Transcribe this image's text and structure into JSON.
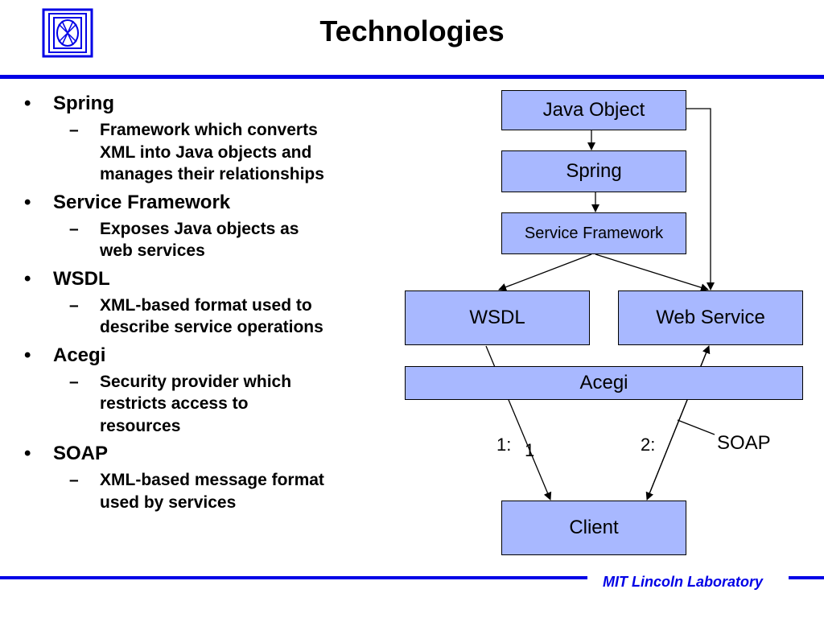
{
  "title": "Technologies",
  "footer": "MIT Lincoln Laboratory",
  "colors": {
    "accent": "#0000e6",
    "box_fill": "#a8b8ff",
    "text": "#000000"
  },
  "logo_icon": "mit-ll-logo-icon",
  "bullets": [
    {
      "label": "Spring",
      "sub": [
        "Framework which converts",
        "XML into Java objects and",
        "manages their relationships"
      ]
    },
    {
      "label": "Service Framework",
      "sub": [
        "Exposes Java objects as",
        "web services"
      ]
    },
    {
      "label": "WSDL",
      "sub": [
        "XML-based format used to",
        "describe service operations"
      ]
    },
    {
      "label": "Acegi",
      "sub": [
        "Security provider which",
        "restricts access to",
        "resources"
      ]
    },
    {
      "label": "SOAP",
      "sub": [
        "XML-based message format",
        "used by services"
      ]
    }
  ],
  "bullet_glyph": "•",
  "dash_glyph": "–",
  "diagram": {
    "java_object": "Java Object",
    "spring": "Spring",
    "service_framework": "Service Framework",
    "wsdl": "WSDL",
    "web_service": "Web Service",
    "acegi": "Acegi",
    "client": "Client",
    "step1": "1:",
    "step1_mark": "1",
    "step2": "2:",
    "soap": "SOAP"
  }
}
